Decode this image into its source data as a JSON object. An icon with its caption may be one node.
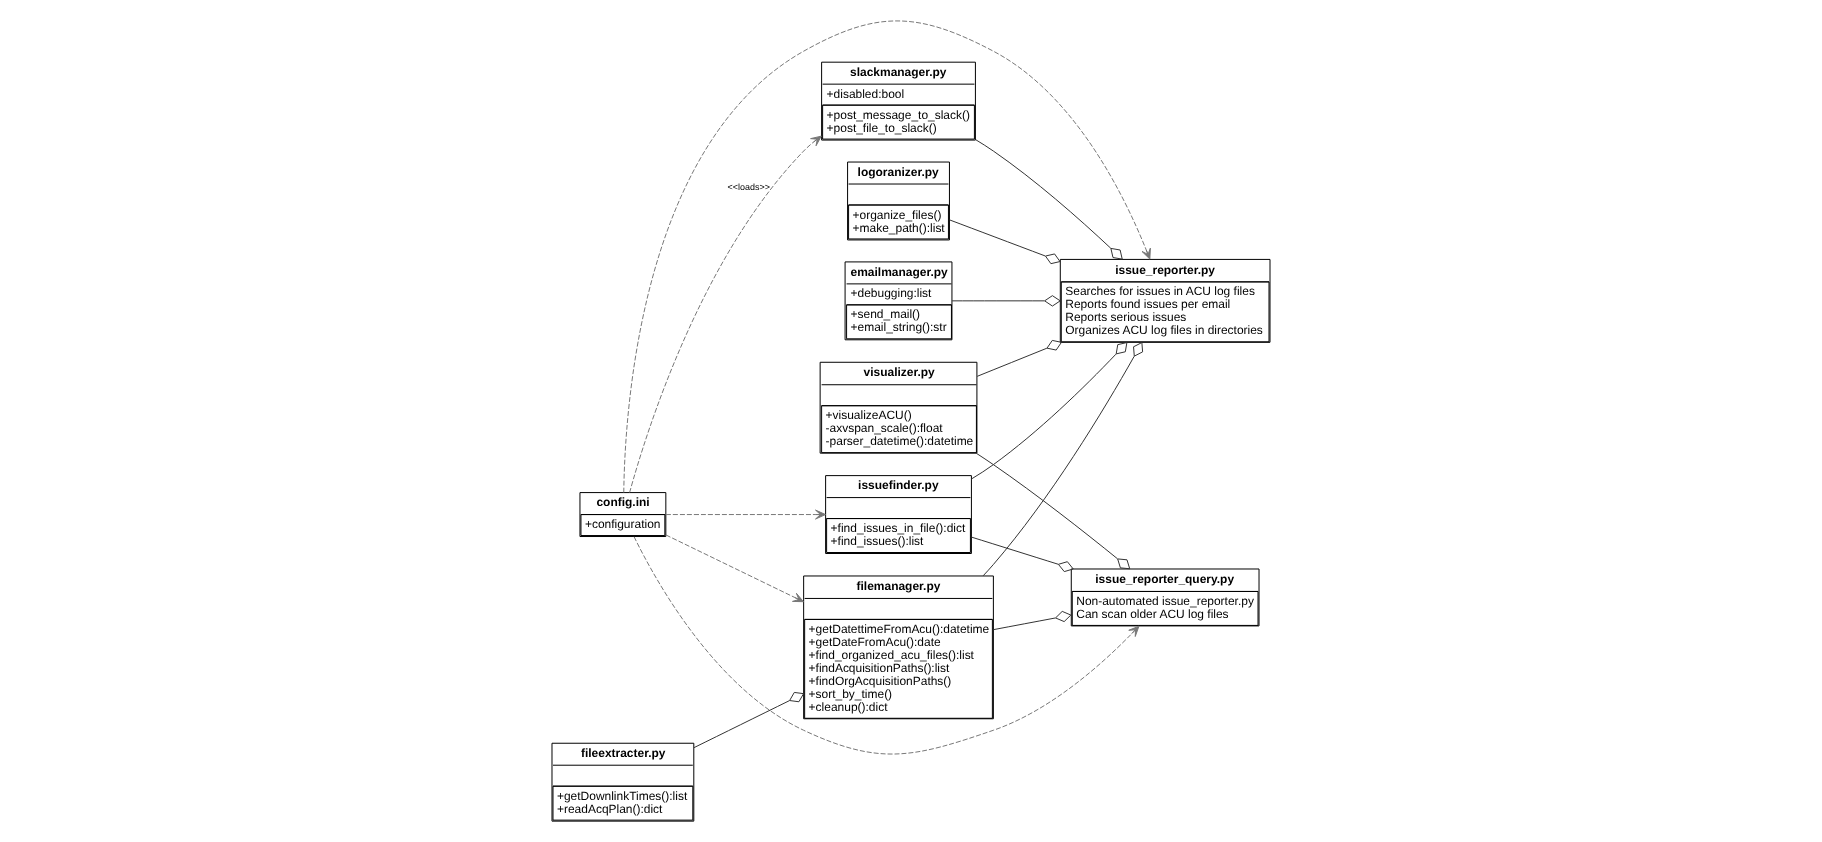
{
  "diagram": {
    "nodes": [
      {
        "text": [
          "slackmanager.py",
          "+disabled:bool",
          "+post_message_to_slack()",
          "+post_file_to_slack()"
        ]
      },
      {
        "text": [
          "config.ini",
          "+configuration"
        ]
      },
      {
        "text": [
          "logoranizer.py",
          "+organize_files()",
          "+make_path():list"
        ]
      },
      {
        "text": [
          "emailmanager.py",
          "+debugging:list",
          "+send_mail()",
          "+email_string():str"
        ]
      },
      {
        "text": [
          "issue_reporter.py",
          "Searches for issues in ACU log files",
          "Reports found issues per email",
          "Reports serious issues",
          "Organizes ACU log files in directories"
        ]
      },
      {
        "text": [
          "issuefinder.py",
          "+find_issues_in_file():dict",
          "+find_issues():list"
        ]
      },
      {
        "text": [
          "filemanager.py",
          "+getDatettimeFromAcu():datetime",
          "+getDateFromAcu():date",
          "+find_organized_acu_files():list",
          "+findAcquisitionPaths():list",
          "+findOrgAcquisitionPaths()",
          "+sort_by_time()",
          "+cleanup():dict"
        ]
      },
      {
        "text": [
          "issue_reporter_query.py",
          "Non-automated issue_reporter.py",
          "Can scan older ACU log files"
        ]
      },
      {
        "text": [
          "visualizer.py",
          "+visualizeACU()",
          "-axvspan_scale():float",
          "-parser_datetime():datetime"
        ]
      },
      {
        "text": [
          "fileextracter.py",
          "+getDownlinkTimes():list",
          "+readAcqPlan():dict"
        ]
      }
    ],
    "edges": [
      {
        "from": 1,
        "to": 0,
        "arrow": "to",
        "style": "dashed",
        "label": "<<loads>>"
      },
      {
        "from": 1,
        "to": 6,
        "arrow": "to",
        "style": "dashed"
      },
      {
        "from": 1,
        "to": 4,
        "arrow": "to",
        "style": "dashed"
      },
      {
        "from": 1,
        "to": 5,
        "arrow": "to",
        "style": "dashed"
      },
      {
        "from": 1,
        "to": 7,
        "arrow": "to",
        "style": "dashed"
      },
      {
        "from": 0,
        "to": 4,
        "arrow": "other"
      },
      {
        "from": 3,
        "to": 4,
        "arrow": "other"
      },
      {
        "from": 6,
        "to": 4,
        "arrow": "other"
      },
      {
        "from": 6,
        "to": 7,
        "arrow": "other"
      },
      {
        "from": 2,
        "to": 4,
        "arrow": "other"
      },
      {
        "from": 5,
        "to": 4,
        "arrow": "other"
      },
      {
        "from": 5,
        "to": 7,
        "arrow": "other"
      },
      {
        "from": 8,
        "to": 7,
        "arrow": "other"
      },
      {
        "from": 8,
        "to": 4,
        "arrow": "other"
      },
      {
        "from": 9,
        "to": 6,
        "arrow": "other"
      }
    ]
  }
}
